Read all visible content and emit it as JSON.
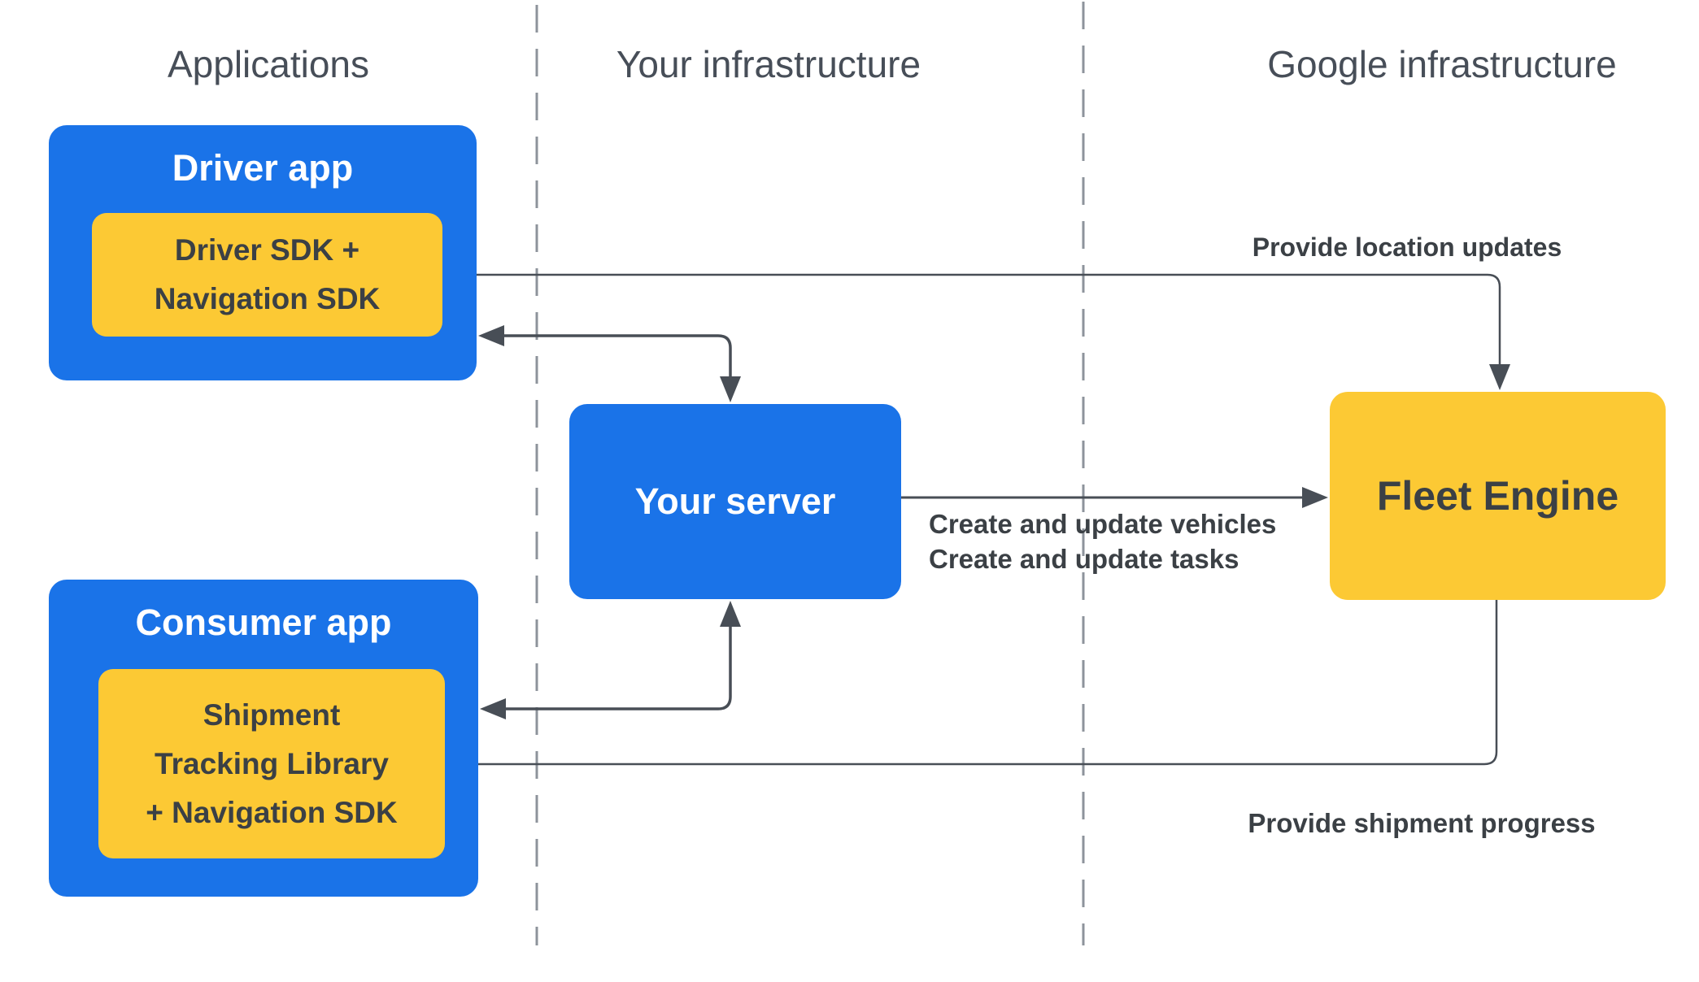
{
  "diagram": {
    "columns": [
      {
        "id": "applications",
        "label": "Applications"
      },
      {
        "id": "your-infrastructure",
        "label": "Your infrastructure"
      },
      {
        "id": "google-infrastructure",
        "label": "Google infrastructure"
      }
    ],
    "nodes": {
      "driver_app": {
        "title": "Driver app",
        "sdk": "Driver SDK +\nNavigation SDK"
      },
      "consumer_app": {
        "title": "Consumer app",
        "sdk": "Shipment\nTracking Library\n+ Navigation SDK"
      },
      "your_server": {
        "title": "Your server"
      },
      "fleet_engine": {
        "title": "Fleet Engine"
      }
    },
    "edge_labels": {
      "provide_location_updates": "Provide location updates",
      "create_and_update": "Create and update vehicles\nCreate and update tasks",
      "provide_shipment_progress": "Provide shipment progress"
    },
    "connectors": [
      {
        "name": "driver-sdk--fleet-engine",
        "label": "Provide location updates",
        "arrowheads": "both"
      },
      {
        "name": "driver-app--your-server",
        "label": "",
        "arrowheads": "both"
      },
      {
        "name": "consumer-app--your-server",
        "label": "",
        "arrowheads": "both"
      },
      {
        "name": "your-server--fleet-engine",
        "label": "Create and update vehicles / Create and update tasks",
        "arrowheads": "into-fleet-engine"
      },
      {
        "name": "fleet-engine--shipment-tracking-library",
        "label": "Provide shipment progress",
        "arrowheads": "into-shipment-tracking-library"
      }
    ]
  },
  "colors": {
    "blue": "#1a73e8",
    "yellow": "#fcc934",
    "line": "#484e56",
    "divider": "#8d939b",
    "text_dark": "#3b4045",
    "header": "#474e58"
  }
}
